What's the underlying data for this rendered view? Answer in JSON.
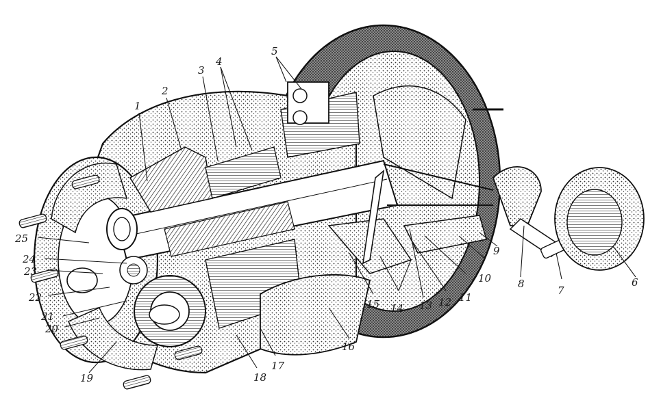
{
  "figure": {
    "callouts": [
      {
        "id": "c1",
        "label": "1"
      },
      {
        "id": "c2",
        "label": "2"
      },
      {
        "id": "c3",
        "label": "3"
      },
      {
        "id": "c4",
        "label": "4"
      },
      {
        "id": "c5",
        "label": "5"
      },
      {
        "id": "c6",
        "label": "6"
      },
      {
        "id": "c7",
        "label": "7"
      },
      {
        "id": "c8",
        "label": "8"
      },
      {
        "id": "c9",
        "label": "9"
      },
      {
        "id": "c10",
        "label": "10"
      },
      {
        "id": "c11",
        "label": "11"
      },
      {
        "id": "c12",
        "label": "12"
      },
      {
        "id": "c13",
        "label": "13"
      },
      {
        "id": "c14",
        "label": "14"
      },
      {
        "id": "c15",
        "label": "15"
      },
      {
        "id": "c16",
        "label": "16"
      },
      {
        "id": "c17",
        "label": "17"
      },
      {
        "id": "c18",
        "label": "18"
      },
      {
        "id": "c19",
        "label": "19"
      },
      {
        "id": "c20",
        "label": "20"
      },
      {
        "id": "c21",
        "label": "21"
      },
      {
        "id": "c22",
        "label": "22"
      },
      {
        "id": "c23",
        "label": "23"
      },
      {
        "id": "c24",
        "label": "24"
      },
      {
        "id": "c25",
        "label": "25"
      }
    ]
  }
}
